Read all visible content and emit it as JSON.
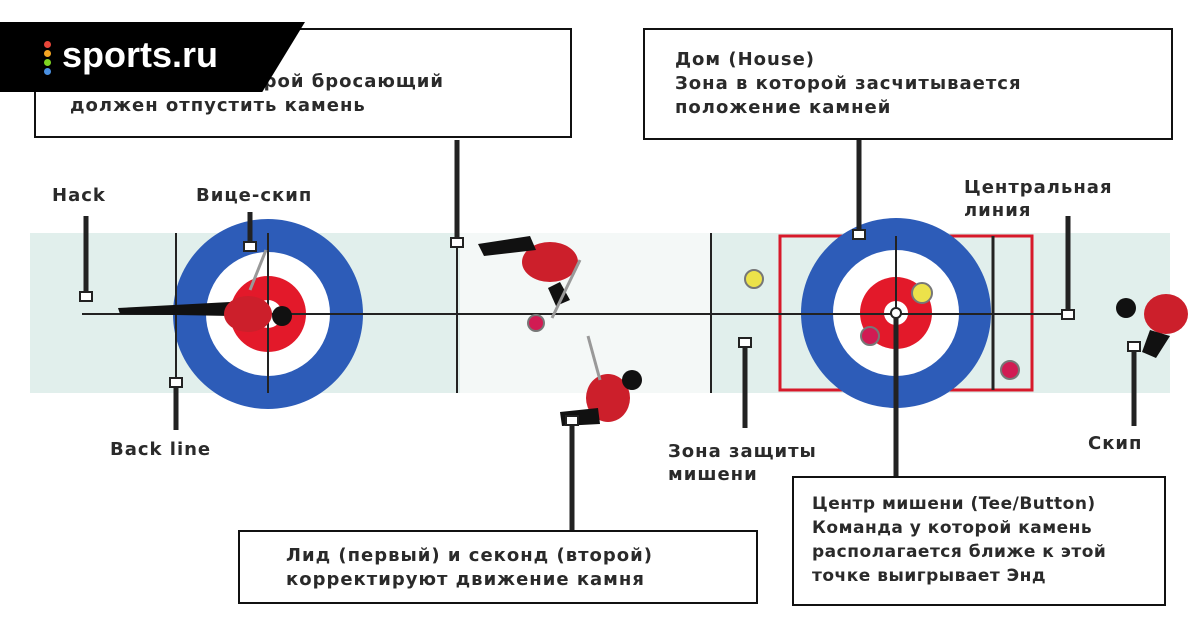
{
  "brand": {
    "name": "sports.ru",
    "dot_colors": [
      "#e8463a",
      "#f5a623",
      "#7ed321",
      "#4a90e2"
    ]
  },
  "colors": {
    "ice": "#e1efec",
    "ring_outer": "#2d5cb8",
    "ring_mid": "#ffffff",
    "ring_red": "#e3192a",
    "player_red": "#cc1f2b",
    "house_frame": "#d7192a",
    "stone_yellow": "#ece24a",
    "stone_red": "#d11b53"
  },
  "callouts": {
    "hog_line": {
      "lines": [
        "...линия, до которой бросающий",
        "должен отпустить камень"
      ]
    },
    "house": {
      "lines": [
        "Дом (House)",
        "Зона в которой засчитывается",
        "положение камней"
      ]
    },
    "lead_second": {
      "lines": [
        "Лид (первый) и секонд (второй)",
        "корректируют движение камня"
      ]
    },
    "tee": {
      "lines": [
        "Центр мишени (Tee/Button)",
        "Команда у которой камень",
        "располагается ближе к этой",
        "точке выигрывает Энд"
      ]
    }
  },
  "labels": {
    "hack": "Hack",
    "vice_skip": "Вице-скип",
    "back_line": "Back line",
    "guard_zone": [
      "Зона защиты",
      "мишени"
    ],
    "center_line": [
      "Центральная",
      "линия"
    ],
    "skip": "Скип"
  }
}
